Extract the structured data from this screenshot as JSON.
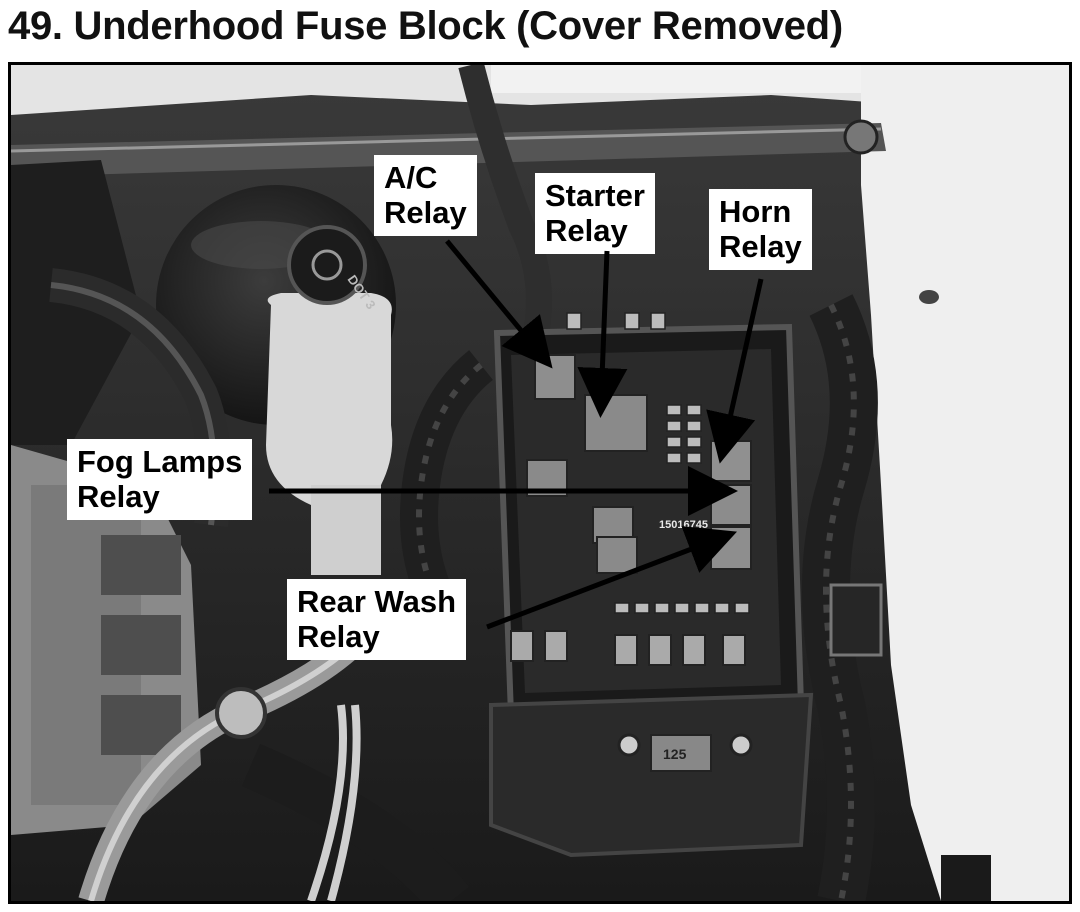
{
  "title": "49. Underhood Fuse Block (Cover Removed)",
  "callouts": {
    "ac": {
      "line1": "A/C",
      "line2": "Relay"
    },
    "starter": {
      "line1": "Starter",
      "line2": "Relay"
    },
    "horn": {
      "line1": "Horn",
      "line2": "Relay"
    },
    "fog": {
      "line1": "Fog Lamps",
      "line2": "Relay"
    },
    "rear_wash": {
      "line1": "Rear Wash",
      "line2": "Relay"
    }
  },
  "reservoir_cap_text": "DOT 3",
  "relay_part_number": "15016745",
  "fuse_rating": "125"
}
